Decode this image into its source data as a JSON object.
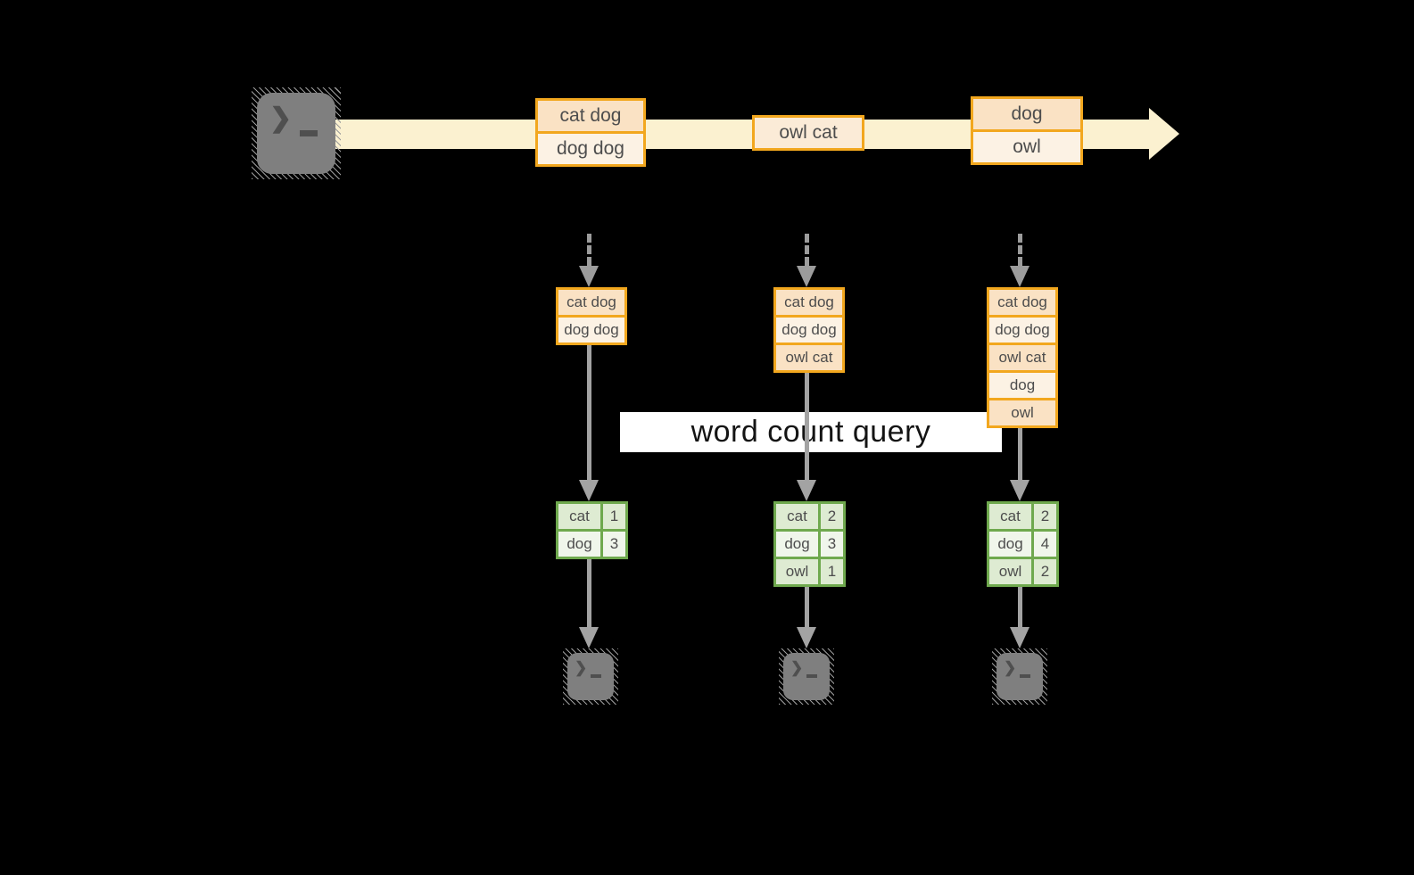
{
  "banner": {
    "label": "word count query"
  },
  "icons": {
    "prompt": "❯"
  },
  "stream": {
    "events": [
      {
        "rows": [
          "cat dog",
          "dog dog"
        ]
      },
      {
        "rows": [
          "owl cat"
        ]
      },
      {
        "rows": [
          "dog",
          "owl"
        ]
      }
    ]
  },
  "columns": [
    {
      "buffer": [
        "cat dog",
        "dog dog"
      ],
      "counts": [
        {
          "word": "cat",
          "value": "1"
        },
        {
          "word": "dog",
          "value": "3"
        }
      ]
    },
    {
      "buffer": [
        "cat dog",
        "dog dog",
        "owl cat"
      ],
      "counts": [
        {
          "word": "cat",
          "value": "2"
        },
        {
          "word": "dog",
          "value": "3"
        },
        {
          "word": "owl",
          "value": "1"
        }
      ]
    },
    {
      "buffer": [
        "cat dog",
        "dog dog",
        "owl cat",
        "dog",
        "owl"
      ],
      "counts": [
        {
          "word": "cat",
          "value": "2"
        },
        {
          "word": "dog",
          "value": "4"
        },
        {
          "word": "owl",
          "value": "2"
        }
      ]
    }
  ],
  "colors": {
    "background": "#000000",
    "stream_band": "#FBF1D0",
    "event_border": "#F2A71E",
    "event_fill_dark": "#FAE2C4",
    "event_fill_light": "#FCF2E4",
    "table_border": "#6FA94E",
    "table_fill_dark": "#DEEBD2",
    "table_fill_light": "#F0F6EB",
    "arrow_gray": "#A3A3A3",
    "terminal_gray": "#7F7F7F",
    "banner_bg": "#FFFFFF"
  }
}
